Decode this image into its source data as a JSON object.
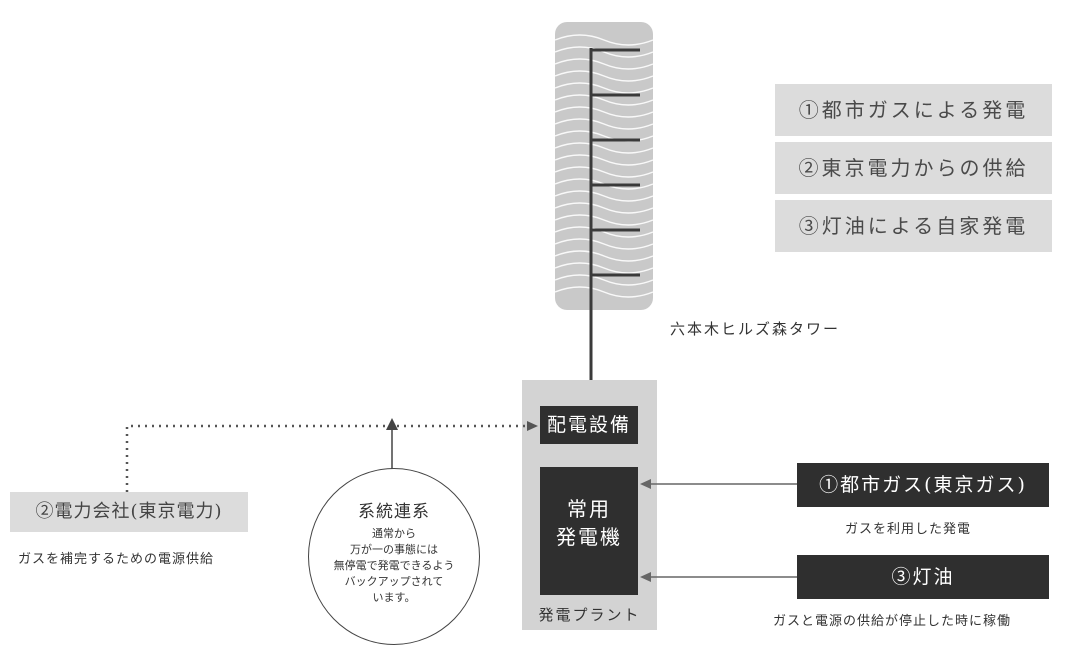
{
  "legend": [
    "①都市ガスによる発電",
    "②東京電力からの供給",
    "③灯油による自家発電"
  ],
  "tower": {
    "label": "六本木ヒルズ森タワー"
  },
  "plant": {
    "distribution": "配電設備",
    "generator_line1": "常用",
    "generator_line2": "発電機",
    "label": "発電プラント"
  },
  "sources": {
    "gas": {
      "label": "①都市ガス(東京ガス)",
      "caption": "ガスを利用した発電"
    },
    "kerosene": {
      "label": "③灯油",
      "caption": "ガスと電源の供給が停止した時に稼働"
    },
    "utility": {
      "label": "②電力会社(東京電力)",
      "caption": "ガスを補完するための電源供給"
    }
  },
  "grid_link": {
    "title": "系統連系",
    "body": "通常から\n万が一の事態には\n無停電で発電できるよう\nバックアップされて\nいます。"
  },
  "colors": {
    "dark": "#2f2f2f",
    "light_gray": "#dcdcdc",
    "plant_bg": "#d3d3d3"
  }
}
